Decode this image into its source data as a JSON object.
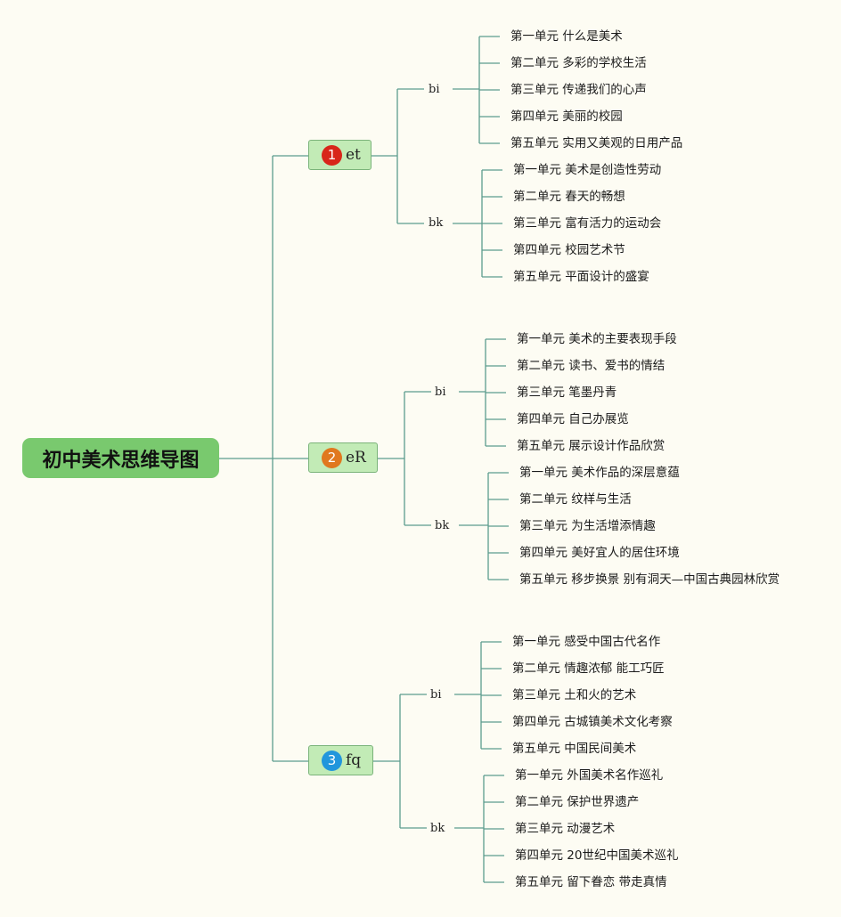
{
  "root": {
    "label": "初中美术思维导图"
  },
  "colors": {
    "background": "#fdfcf3",
    "root_fill": "#79c96e",
    "branch_fill": "#c2ebb6",
    "connector": "#5c9c8e"
  },
  "branches": [
    {
      "label": "et",
      "badge": "1",
      "badge_color": "#d8261a",
      "groups": [
        {
          "label": "bi",
          "items": [
            "第一单元 什么是美术",
            "第二单元 多彩的学校生活",
            "第三单元 传递我们的心声",
            "第四单元 美丽的校园",
            "第五单元 实用又美观的日用产品"
          ]
        },
        {
          "label": "bk",
          "items": [
            "第一单元 美术是创造性劳动",
            "第二单元 春天的畅想",
            "第三单元 富有活力的运动会",
            "第四单元 校园艺术节",
            "第五单元 平面设计的盛宴"
          ]
        }
      ]
    },
    {
      "label": "eR",
      "badge": "2",
      "badge_color": "#e0781e",
      "groups": [
        {
          "label": "bi",
          "items": [
            "第一单元 美术的主要表现手段",
            "第二单元 读书、爱书的情结",
            "第三单元 笔墨丹青",
            "第四单元 自己办展览",
            "第五单元 展示设计作品欣赏"
          ]
        },
        {
          "label": "bk",
          "items": [
            "第一单元 美术作品的深层意蕴",
            "第二单元 纹样与生活",
            "第三单元 为生活增添情趣",
            "第四单元 美好宜人的居住环境",
            "第五单元 移步换景 别有洞天—中国古典园林欣赏"
          ]
        }
      ]
    },
    {
      "label": "fq",
      "badge": "3",
      "badge_color": "#2196dc",
      "groups": [
        {
          "label": "bi",
          "items": [
            "第一单元 感受中国古代名作",
            "第二单元 情趣浓郁 能工巧匠",
            "第三单元 土和火的艺术",
            "第四单元 古城镇美术文化考察",
            "第五单元 中国民间美术"
          ]
        },
        {
          "label": "bk",
          "items": [
            "第一单元 外国美术名作巡礼",
            "第二单元 保护世界遗产",
            "第三单元 动漫艺术",
            "第四单元 20世纪中国美术巡礼",
            "第五单元 留下眷恋 带走真情"
          ]
        }
      ]
    }
  ]
}
